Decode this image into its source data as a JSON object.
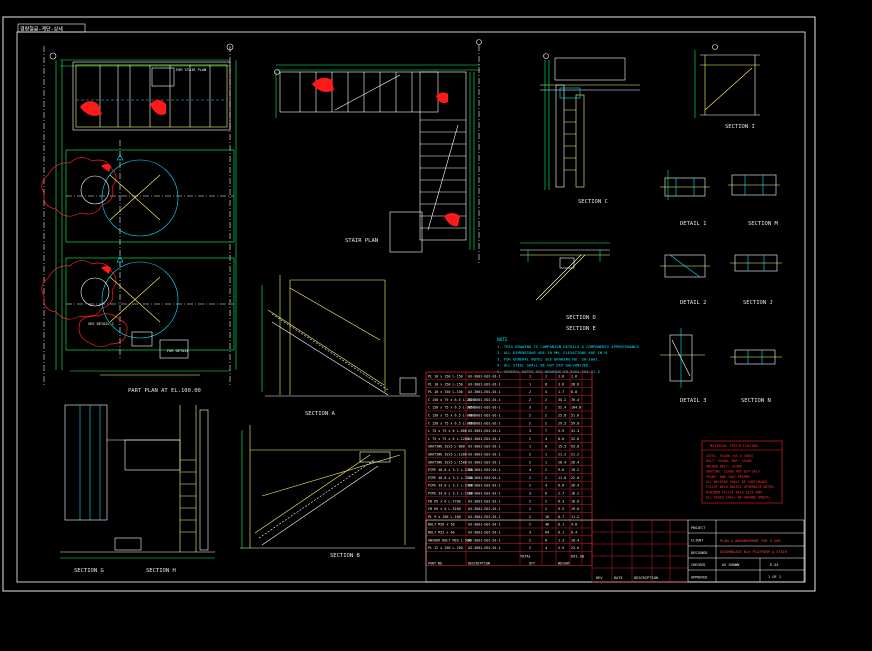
{
  "sheet": {
    "header_tag": "경량철골-계단-상세",
    "colors": {
      "background": "#000000",
      "border": "#ffffff",
      "structure": "#ffff66",
      "dimension": "#00ff66",
      "cyan": "#00e5ff",
      "red": "#ff2020",
      "table_grid": "#cc2222"
    }
  },
  "views": {
    "part_plan": "PART PLAN AT EL.100.00",
    "stair_plan": "STAIR PLAN",
    "section_a": "SECTION A",
    "section_b": "SECTION B",
    "section_c": "SECTION C",
    "section_d": "SECTION D",
    "section_e": "SECTION E",
    "section_g": "SECTION G",
    "section_h": "SECTION H",
    "section_i": "SECTION I",
    "section_j": "SECTION J",
    "section_n": "SECTION N",
    "section_m": "SECTION M",
    "detail_1": "DETAIL 1",
    "detail_2": "DETAIL 2",
    "detail_3": "DETAIL 3",
    "plan_callouts": [
      "FOR STAIR PLAN",
      "SEE DETAIL 1",
      "FOR DETAIL"
    ]
  },
  "notes": {
    "heading": "NOTE",
    "items": [
      "1. THIS DRAWING IS COMPANION DETAILS & COMPONENTS APPURTENANCE.",
      "2. ALL DIMENSIONS ARE IN MM, ELEVATIONS ARE IN M.",
      "3. FOR GENERAL NOTES SEE DRAWING NO. S0-1001.",
      "4. ALL STEEL SHALL BE HOT DIP GALVANIZED.",
      "5. GENERAL NOTES SEE DRAWING 08-3001-E01-01-5"
    ]
  },
  "material_table": {
    "rows": [
      {
        "desc": "PL 10 x 150 L-150",
        "ref": "A3-3001-E01-01-1",
        "q1": "1",
        "q2": "1",
        "w1": "1.6",
        "w2": "1.6"
      },
      {
        "desc": "PL 10 x 150 L-150",
        "ref": "A3-3001-E01-01-1",
        "q1": "1",
        "q2": "8",
        "w1": "3.6",
        "w2": "28.8"
      },
      {
        "desc": "PL 10 x 150 L-150",
        "ref": "A3-3001-E01-01-1",
        "q1": "2",
        "q2": "4",
        "w1": "1.7",
        "w2": "6.8"
      },
      {
        "desc": "C 150 x 75 x 6.5 L-2020",
        "ref": "A3-3001-E01-01-1",
        "q1": "2",
        "q2": "2",
        "w1": "35.2",
        "w2": "70.4"
      },
      {
        "desc": "C 150 x 75 x 6.5 L-2850",
        "ref": "A3-3001-E01-01-1",
        "q1": "3",
        "q2": "2",
        "w1": "52.4",
        "w2": "104.8"
      },
      {
        "desc": "C 150 x 75 x 6.5 L-1400",
        "ref": "A3-3001-E01-01-1",
        "q1": "2",
        "q2": "2",
        "w1": "25.8",
        "w2": "51.6"
      },
      {
        "desc": "C 150 x 75 x 6.5 L-1600",
        "ref": "A3-3001-E01-01-1",
        "q1": "2",
        "q2": "2",
        "w1": "29.5",
        "w2": "59.0"
      },
      {
        "desc": "L 75 x 75 x 6 L-880",
        "ref": "A3-3001-E01-01-1",
        "q1": "3",
        "q2": "7",
        "w1": "5.9",
        "w2": "41.3"
      },
      {
        "desc": "L 75 x 75 x 6 L-1200",
        "ref": "A3-3001-E01-01-1",
        "q1": "2",
        "q2": "4",
        "w1": "8.0",
        "w2": "32.0"
      },
      {
        "desc": "GRATING 32x5 L-880",
        "ref": "A3-3001-E01-01-1",
        "q1": "1",
        "q2": "6",
        "w1": "15.5",
        "w2": "93.0"
      },
      {
        "desc": "GRATING 32x5 L-1200",
        "ref": "A3-3001-E01-01-1",
        "q1": "2",
        "q2": "1",
        "w1": "21.2",
        "w2": "21.2"
      },
      {
        "desc": "GRATING 32x5 L-1500",
        "ref": "A3-3001-E01-01-1",
        "q1": "2",
        "q2": "1",
        "w1": "26.4",
        "w2": "26.4"
      },
      {
        "desc": "PIPE 48.6 x 3.2 L-2700",
        "ref": "A3-3001-E01-01-1",
        "q1": "4",
        "q2": "2",
        "w1": "9.6",
        "w2": "19.2"
      },
      {
        "desc": "PIPE 48.6 x 3.2 L-3100",
        "ref": "A3-3001-E01-01-1",
        "q1": "2",
        "q2": "2",
        "w1": "11.0",
        "w2": "22.0"
      },
      {
        "desc": "PIPE 34.0 x 3.2 L-2700",
        "ref": "A3-3001-E01-01-1",
        "q1": "2",
        "q2": "4",
        "w1": "6.6",
        "w2": "26.4"
      },
      {
        "desc": "PIPE 34.0 x 3.2 L-1100",
        "ref": "A3-3001-E01-01-1",
        "q1": "3",
        "q2": "6",
        "w1": "2.7",
        "w2": "16.2"
      },
      {
        "desc": "FB 65 x 6 L-2700",
        "ref": "A3-3001-E01-01-1",
        "q1": "2",
        "q2": "2",
        "w1": "8.3",
        "w2": "16.6"
      },
      {
        "desc": "FB 65 x 6 L-3100",
        "ref": "A3-3001-E01-01-1",
        "q1": "2",
        "q2": "2",
        "w1": "9.5",
        "w2": "19.0"
      },
      {
        "desc": "PL 9 x 100 L-100",
        "ref": "A3-3001-E01-01-1",
        "q1": "2",
        "q2": "16",
        "w1": "0.7",
        "w2": "11.2"
      },
      {
        "desc": "BOLT M16 x 50",
        "ref": "A3-3001-E01-01-1",
        "q1": "2",
        "q2": "48",
        "w1": "0.1",
        "w2": "4.8"
      },
      {
        "desc": "BOLT M12 x 40",
        "ref": "A3-3001-E01-01-1",
        "q1": "3",
        "q2": "64",
        "w1": "0.1",
        "w2": "6.4"
      },
      {
        "desc": "ANCHOR BOLT M20 L-500",
        "ref": "A3-3001-E01-01-1",
        "q1": "2",
        "q2": "8",
        "w1": "1.3",
        "w2": "10.4"
      },
      {
        "desc": "PL 12 x 250 L-250",
        "ref": "A3-3001-E01-01-1",
        "q1": "2",
        "q2": "4",
        "w1": "5.9",
        "w2": "23.6"
      }
    ],
    "footer": [
      "PART NO.",
      "DESCRIPTION",
      "QTY",
      "WEIGHT"
    ],
    "total_label": "TOTAL",
    "total_value": "691.30"
  },
  "red_notes": {
    "heading": "MATERIAL SPECIFICATION",
    "lines": [
      "STEEL: SS400 (KS D 3503)",
      "BOLT: SS400, NUT: SS400",
      "ANCHOR BOLT: SS400",
      "GRATING: SS400 HOT DIP GALV.",
      "PAINT: ONE COAT PRIMER",
      "ALL WELDING SHALL BE CONTINUOUS",
      "FILLET WELD UNLESS OTHERWISE NOTED.",
      "MINIMUM FILLET WELD SIZE 6MM.",
      "ALL EDGES SHALL BE GROUND SMOOTH."
    ]
  },
  "title_block": {
    "drawing_title_1": "PLAN & ARRANGEMENT FOR U-260",
    "drawing_title_2": "ASSEMBLAGE BLK PLATFORM & STAIR",
    "drawing_no": "E-01",
    "sheet": "1 OF 1",
    "scale": "AS SHOWN",
    "revision_label": "REV",
    "date_label": "DATE",
    "description_label": "DESCRIPTION",
    "labels": [
      "PROJECT",
      "CLIENT",
      "DESIGNED",
      "CHECKED",
      "APPROVED"
    ]
  }
}
